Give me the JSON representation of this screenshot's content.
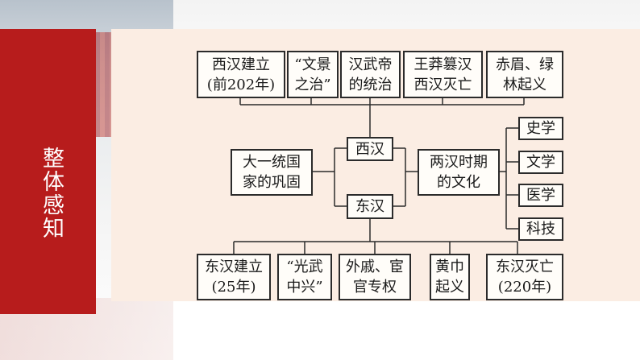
{
  "slide": {
    "sidebar_title": "整体感知",
    "center": {
      "western_han": "西汉",
      "eastern_han": "东汉",
      "unification": "大一统国\n家的巩固",
      "culture": "两汉时期\n的文化"
    },
    "top_row": [
      "西汉建立\n(前202年)",
      "“文景\n之治”",
      "汉武帝\n的统治",
      "王莽篡汉\n西汉灭亡",
      "赤眉、绿\n林起义"
    ],
    "bottom_row": [
      "东汉建立\n(25年)",
      "“光武\n中兴”",
      "外戚、宦\n官专权",
      "黄巾\n起义",
      "东汉灭亡\n(220年)"
    ],
    "culture_items": [
      "史学",
      "文学",
      "医学",
      "科技"
    ]
  }
}
